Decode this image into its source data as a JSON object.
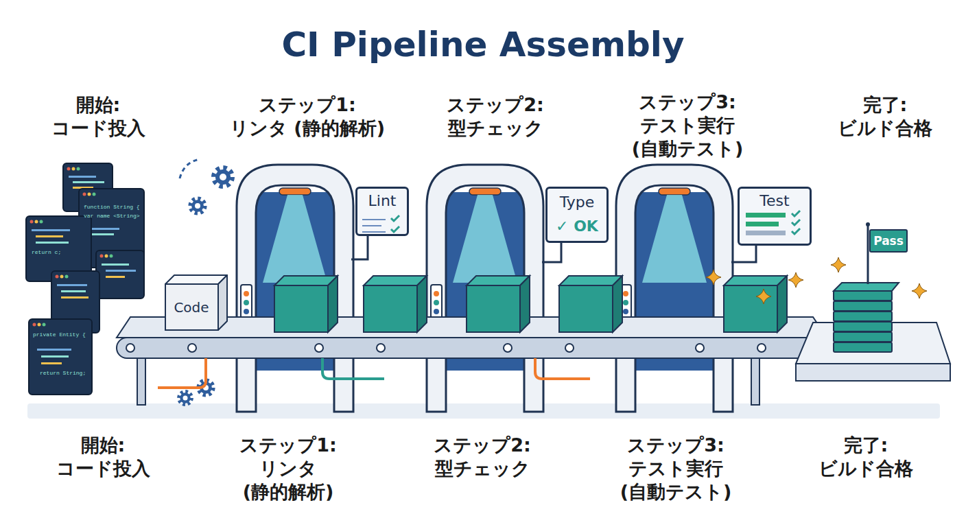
{
  "diagram": {
    "title": "CI Pipeline Assembly",
    "nodes": [
      {
        "text": [
          "Code"
        ]
      },
      {
        "text": [
          "Lint"
        ]
      },
      {
        "text": [
          "Type",
          "✓ OK"
        ]
      },
      {
        "text": [
          "Test"
        ]
      },
      {
        "text": [
          "Pass"
        ]
      }
    ],
    "labels": [
      "開始: コード投入",
      "ステップ1: リンタ (静的解析)",
      "ステップ2: 型チェック",
      "ステップ3: テスト実行 (自動テスト)",
      "完了: ビルド合格",
      "開始: コード投入",
      "ステップ1: リンタ (静的解析)",
      "ステップ2: 型チェック",
      "ステップ3: テスト実行 (自動テスト)",
      "完了: ビルド合格",
      "function String {",
      "var name <String>",
      "return c;",
      "private Entity {",
      "return String;"
    ]
  }
}
